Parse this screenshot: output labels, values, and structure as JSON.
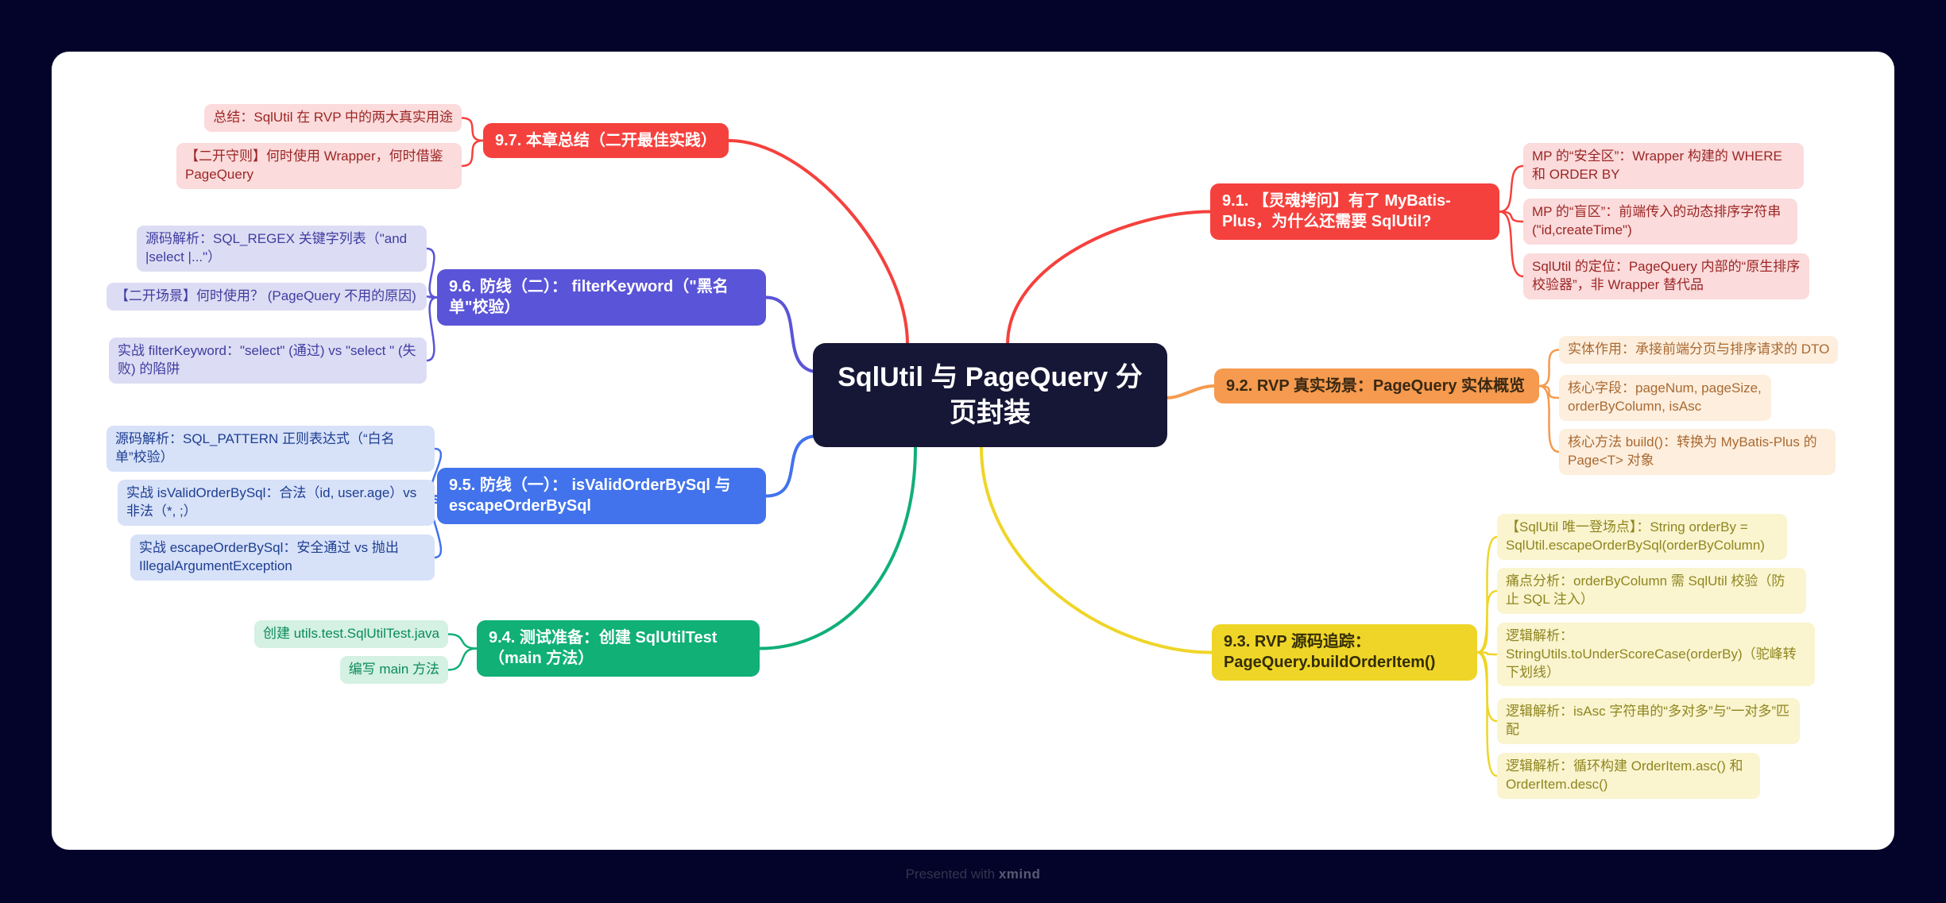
{
  "colors": {
    "page_bg": "#04042a",
    "canvas_bg": "#ffffff",
    "footer_text": "#34344e",
    "footer_brand": "#5a5a72"
  },
  "central": {
    "title": "SqlUtil 与 PageQuery 分页封装",
    "bg": "#161636",
    "text_color": "#ffffff"
  },
  "branches": [
    {
      "key": "9.1",
      "label": "9.1. 【灵魂拷问】有了 MyBatis-Plus，为什么还需要 SqlUtil?",
      "color": "#f5413d",
      "node_text": "#ffffff",
      "child_bg": "#fbdbdb",
      "child_text": "#9c2626",
      "children": [
        "MP 的“安全区”：Wrapper 构建的 WHERE 和 ORDER BY",
        "MP 的“盲区”：前端传入的动态排序字符串 (\"id,createTime\")",
        "SqlUtil 的定位：PageQuery 内部的“原生排序校验器”，非 Wrapper 替代品"
      ]
    },
    {
      "key": "9.2",
      "label": "9.2. RVP 真实场景：PageQuery 实体概览",
      "color": "#f59a4e",
      "node_text": "#3a2813",
      "child_bg": "#fdeedd",
      "child_text": "#a96a33",
      "children": [
        "实体作用：承接前端分页与排序请求的 DTO",
        "核心字段：pageNum, pageSize, orderByColumn, isAsc",
        "核心方法 build()：转换为 MyBatis-Plus 的 Page<T> 对象"
      ]
    },
    {
      "key": "9.3",
      "label": "9.3. RVP 源码追踪：PageQuery.buildOrderItem()",
      "color": "#efd528",
      "node_text": "#332d05",
      "child_bg": "#faf4cf",
      "child_text": "#8f861f",
      "children": [
        "【SqlUtil 唯一登场点】：String orderBy = SqlUtil.escapeOrderBySql(orderByColumn)",
        "痛点分析：orderByColumn 需 SqlUtil 校验（防止 SQL 注入）",
        "逻辑解析：StringUtils.toUnderScoreCase(orderBy)（驼峰转下划线）",
        "逻辑解析：isAsc 字符串的“多对多”与“一对多”匹配",
        "逻辑解析：循环构建 OrderItem.asc() 和 OrderItem.desc()"
      ]
    },
    {
      "key": "9.4",
      "label": "9.4. 测试准备：创建 SqlUtilTest（main 方法）",
      "color": "#10b077",
      "node_text": "#ffffff",
      "child_bg": "#d4f1e3",
      "child_text": "#0b8a5e",
      "children": [
        "创建 utils.test.SqlUtilTest.java",
        "编写 main 方法"
      ]
    },
    {
      "key": "9.5",
      "label": "9.5. 防线（一）： isValidOrderBySql 与 escapeOrderBySql",
      "color": "#4273ec",
      "node_text": "#ffffff",
      "child_bg": "#d7e1f8",
      "child_text": "#1d3e91",
      "children": [
        "源码解析：SQL_PATTERN 正则表达式（“白名单”校验）",
        "实战 isValidOrderBySql：合法（id, user.age）vs 非法（*, ;）",
        "实战 escapeOrderBySql：安全通过 vs 抛出 IllegalArgumentException"
      ]
    },
    {
      "key": "9.6",
      "label": "9.6. 防线（二）： filterKeyword（\"黑名单\"校验）",
      "color": "#5a54d8",
      "node_text": "#ffffff",
      "child_bg": "#dcdcf4",
      "child_text": "#403da0",
      "children": [
        "源码解析：SQL_REGEX 关键字列表（\"and |select |...\"）",
        "【二开场景】何时使用？ (PageQuery 不用的原因)",
        "实战 filterKeyword：\"select\" (通过) vs \"select \" (失败) 的陷阱"
      ]
    },
    {
      "key": "9.7",
      "label": "9.7. 本章总结（二开最佳实践）",
      "color": "#f5413d",
      "node_text": "#ffffff",
      "child_bg": "#fbdbdb",
      "child_text": "#9c2626",
      "children": [
        "总结：SqlUtil 在 RVP 中的两大真实用途",
        "【二开守则】何时使用 Wrapper，何时借鉴 PageQuery"
      ]
    }
  ],
  "footer": {
    "prefix": "Presented with",
    "brand": "xmind"
  }
}
